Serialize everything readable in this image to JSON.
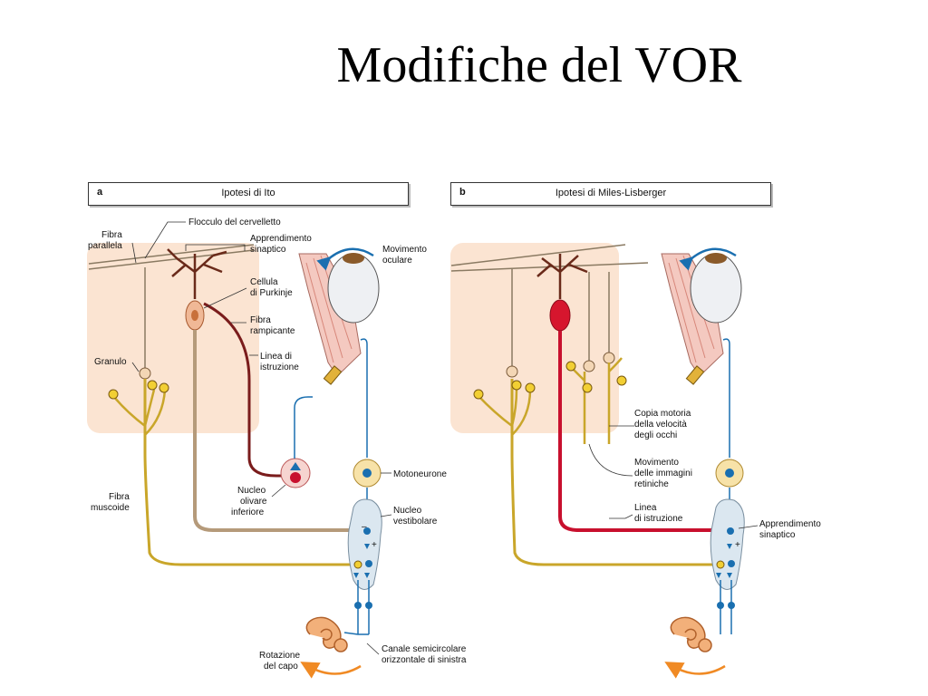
{
  "title": "Modifiche del VOR",
  "panel_a": {
    "letter": "a",
    "title": "Ipotesi di Ito",
    "labels": {
      "fibra_parallela": [
        "Fibra",
        "parallela"
      ],
      "flocculo": "Flocculo del cervelletto",
      "apprendimento": [
        "Apprendimento",
        "sinaptico"
      ],
      "cellula": [
        "Cellula",
        "di Purkinje"
      ],
      "fibra_rampicante": [
        "Fibra",
        "rampicante"
      ],
      "linea": [
        "Linea di",
        "istruzione"
      ],
      "granulo": "Granulo",
      "movimento_oculare": [
        "Movimento",
        "oculare"
      ],
      "motoneurone": "Motoneurone",
      "nucleo_olivare": [
        "Nucleo",
        "olivare",
        "inferiore"
      ],
      "fibra_muscoide": [
        "Fibra",
        "muscoide"
      ],
      "nucleo_vestibolare": [
        "Nucleo",
        "vestibolare"
      ],
      "rotazione": [
        "Rotazione",
        "del capo"
      ],
      "canale": [
        "Canale semicircolare",
        "orizzontale di sinistra"
      ]
    }
  },
  "panel_b": {
    "letter": "b",
    "title": "Ipotesi di Miles-Lisberger",
    "labels": {
      "copia": [
        "Copia motoria",
        "della velocità",
        "degli occhi"
      ],
      "movimento_immagini": [
        "Movimento",
        "delle immagini",
        "retiniche"
      ],
      "linea": [
        "Linea",
        "di istruzione"
      ],
      "apprendimento": [
        "Apprendimento",
        "sinaptico"
      ]
    }
  },
  "colors": {
    "cerebellum_bg": "#fbe4d2",
    "nucleus_fill": "#dbe7f0",
    "axon_blue": "#1a6fb0",
    "purkinje_red": "#c8102e",
    "mossy_yellow": "#e3c33a",
    "arrow_orange": "#f08a24"
  }
}
